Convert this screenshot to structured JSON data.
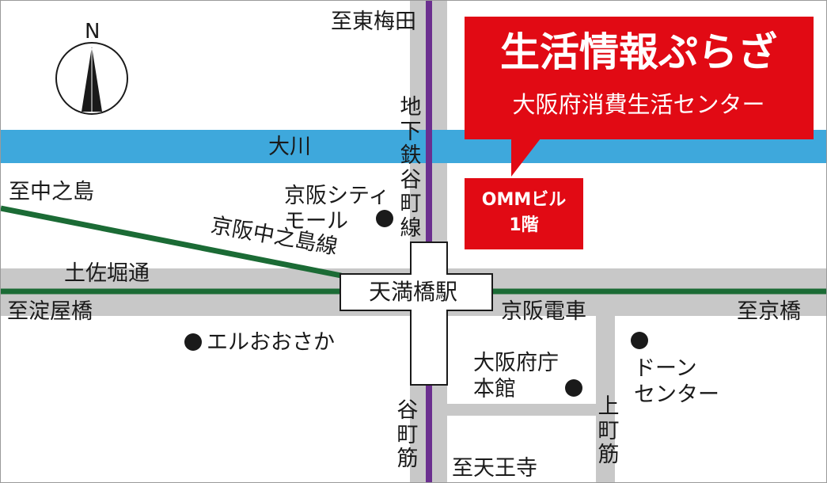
{
  "colors": {
    "river": "#3ea8dc",
    "road": "#c8c8c8",
    "keihan_line": "#1b6b35",
    "subway_line": "#6b2f8f",
    "callout": "#e10a14"
  },
  "compass": {
    "label": "N",
    "icon": "compass-icon"
  },
  "river": {
    "label": "大川"
  },
  "directions": {
    "higashi_umeda": "至東梅田",
    "nakanoshima": "至中之島",
    "yodoyabashi": "至淀屋橋",
    "kyobashi": "至京橋",
    "tennoji": "至天王寺"
  },
  "streets": {
    "tosabori": "土佐堀通",
    "tanimachi_suji": "谷町筋",
    "uemachi_suji": "上町筋"
  },
  "railways": {
    "tanimachi_line": "地下鉄谷町線",
    "keihan_nakanoshima_line": "京阪中之島線",
    "keihan_electric": "京阪電車"
  },
  "station": {
    "name": "天満橋駅"
  },
  "landmarks": {
    "keihan_city_mall": [
      "京阪シティ",
      "モール"
    ],
    "l_osaka": "エルおおさか",
    "osaka_pref_office": [
      "大阪府庁",
      "本館"
    ],
    "dawn_center": [
      "ドーン",
      "センター"
    ]
  },
  "callout": {
    "title": "生活情報ぷらざ",
    "subtitle": "大阪府消費生活センター"
  },
  "building": {
    "name": "OMMビル",
    "floor": "1階"
  }
}
